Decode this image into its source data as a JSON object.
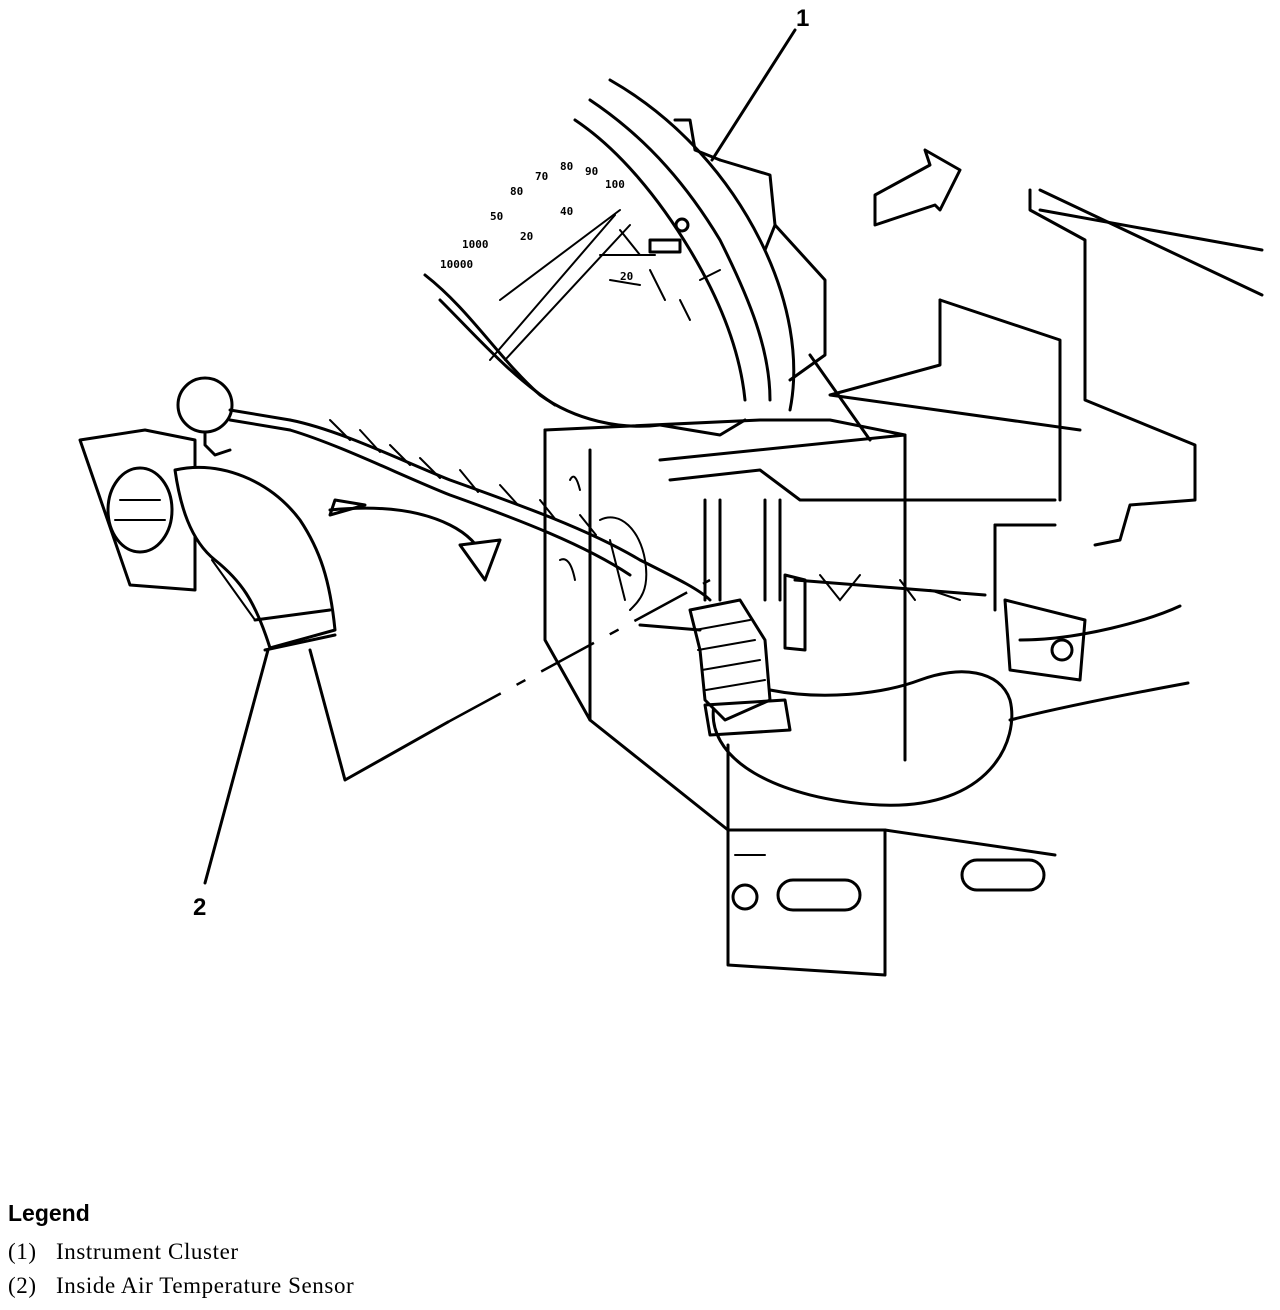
{
  "diagram": {
    "callouts": [
      {
        "id": "1",
        "text": "1"
      },
      {
        "id": "2",
        "text": "2"
      }
    ]
  },
  "legend": {
    "title": "Legend",
    "items": [
      {
        "num": "(1)",
        "label": "Instrument Cluster"
      },
      {
        "num": "(2)",
        "label": "Inside Air Temperature Sensor"
      }
    ]
  }
}
